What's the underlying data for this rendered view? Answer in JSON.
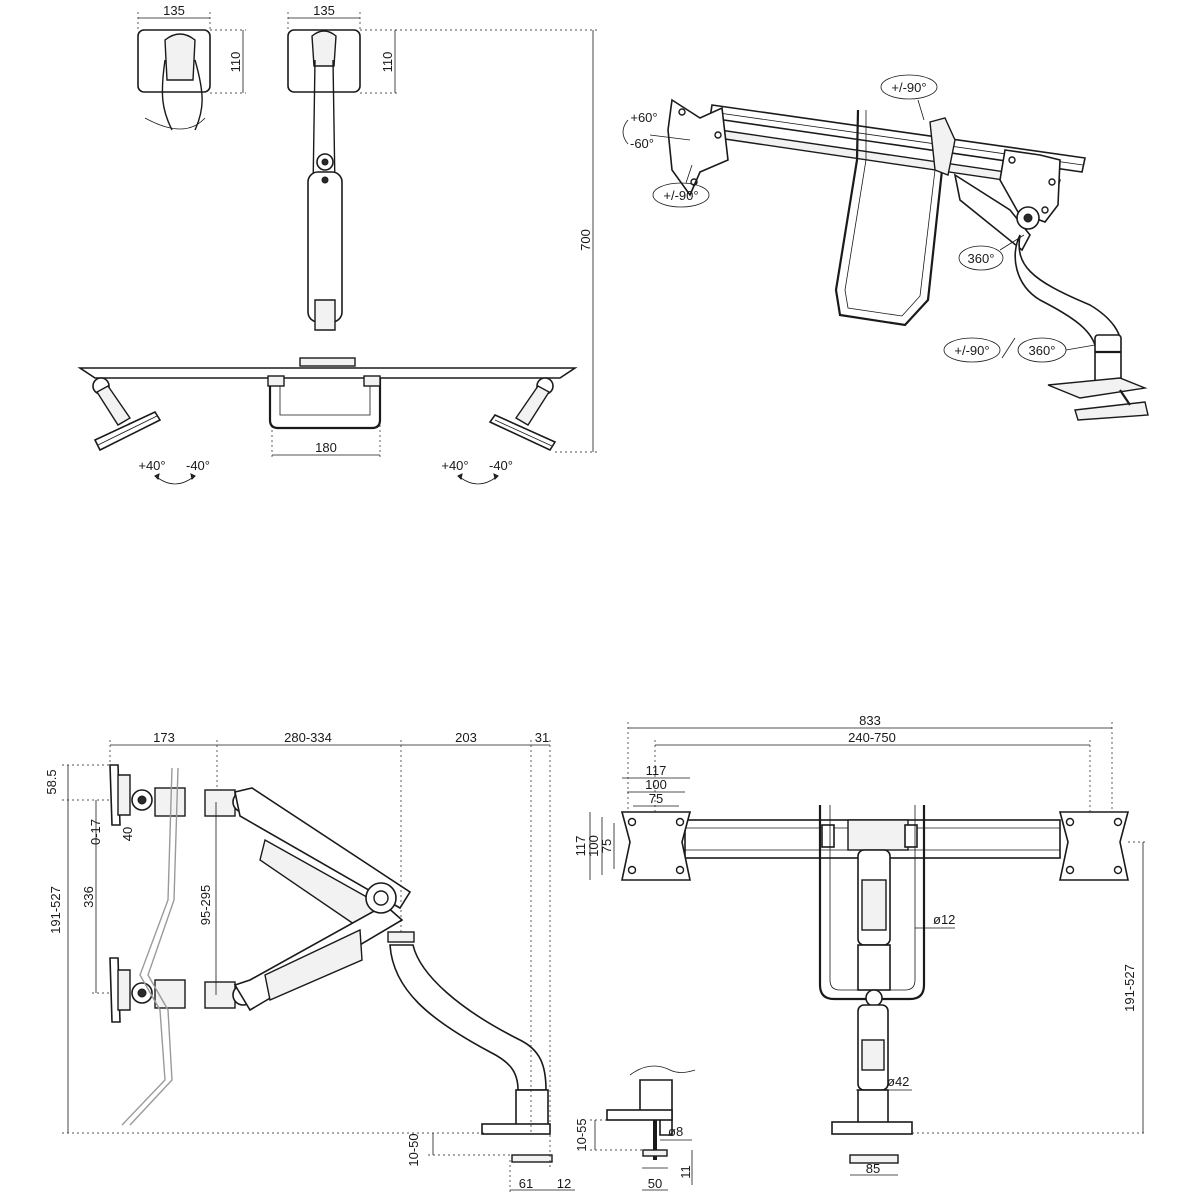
{
  "top_left": {
    "plate_width_left": "135",
    "plate_width_right": "135",
    "plate_height_left": "110",
    "plate_height_right": "110",
    "total_height": "700",
    "clamp_width": "180",
    "tilt_left": {
      "pos": "+40°",
      "neg": "-40°"
    },
    "tilt_right": {
      "pos": "+40°",
      "neg": "-40°"
    }
  },
  "top_right": {
    "rotation_top": "+/-90°",
    "tilt_pos": "+60°",
    "tilt_neg": "-60°",
    "rotation_left": "+/-90°",
    "swivel_mid": "360°",
    "rotation_bottom": "+/-90°",
    "swivel_base": "360°"
  },
  "bottom_left": {
    "depth_vesa": "173",
    "depth_arm": "280-334",
    "depth_base": "203",
    "depth_end": "31",
    "offset_top": "58.5",
    "height_range": "191-527",
    "arm_travel": "336",
    "vesa_offset": "0-17",
    "vesa_depth": "40",
    "arm_range": "95-295",
    "desk_thickness": "10-50",
    "base_depth": "61",
    "base_lip": "12"
  },
  "bottom_right": {
    "total_width": "833",
    "bar_range": "240-750",
    "vesa_width_117": "117",
    "vesa_width_100": "100",
    "vesa_width_75": "75",
    "vesa_height_117": "117",
    "vesa_height_100": "100",
    "vesa_height_75": "75",
    "pole_diameter": "ø12",
    "base_diameter": "ø42",
    "height_range": "191-527",
    "base_width": "85"
  },
  "clamp_detail": {
    "desk_thickness": "10-55",
    "bolt_diameter": "ø8",
    "plate_offset": "11",
    "plate_width": "50"
  }
}
